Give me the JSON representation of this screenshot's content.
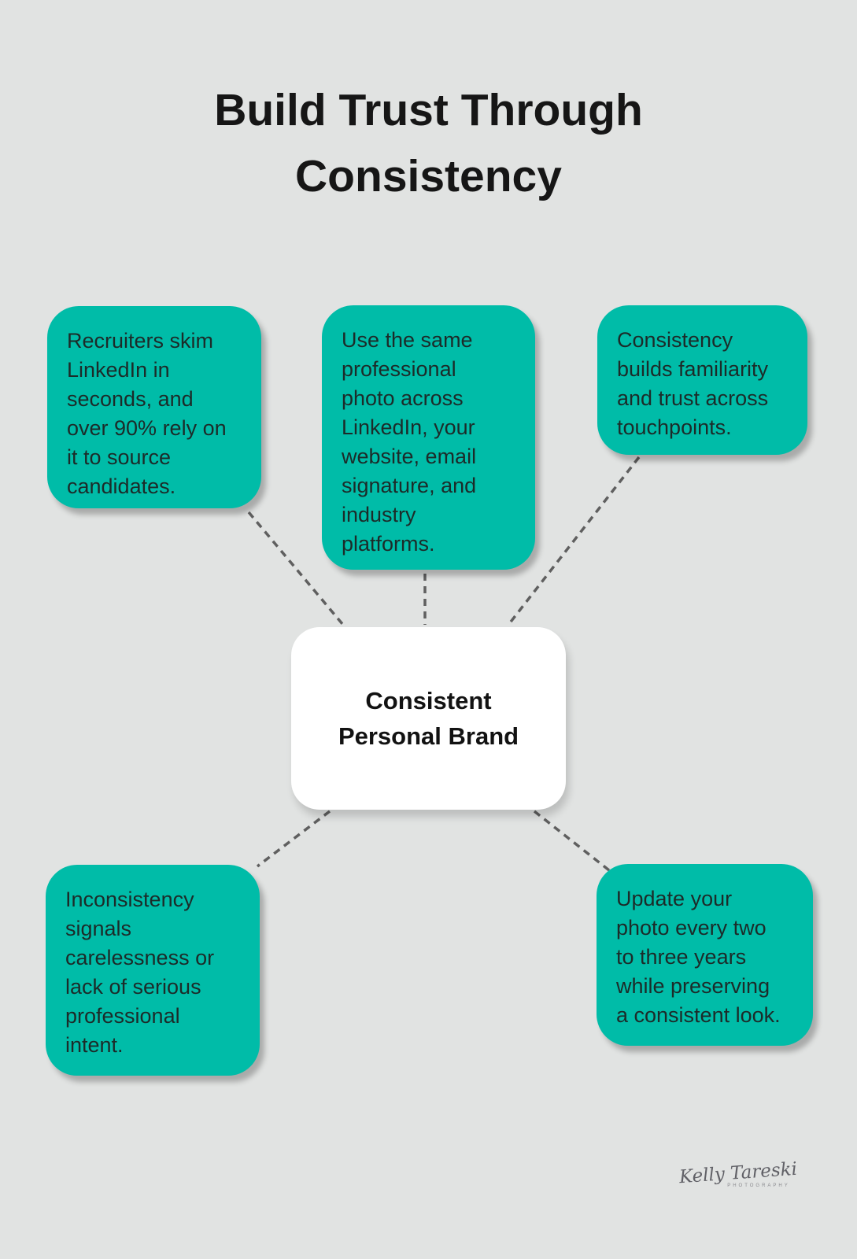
{
  "title": {
    "lines": [
      "Build Trust Through",
      "Consistency"
    ]
  },
  "center_node": {
    "lines": [
      "Consistent",
      "Personal Brand"
    ]
  },
  "nodes": [
    {
      "id": "recruiters-skim",
      "text": [
        "Recruiters skim",
        "LinkedIn in",
        "seconds, and",
        "over 90% rely on",
        "it to source",
        "candidates."
      ]
    },
    {
      "id": "same-photo",
      "text": [
        "Use the same",
        "professional",
        "photo across",
        "LinkedIn, your",
        "website, email",
        "signature, and",
        "industry",
        "platforms."
      ]
    },
    {
      "id": "builds-familiarity",
      "text": [
        "Consistency",
        "builds familiarity",
        "and trust across",
        "touchpoints."
      ]
    },
    {
      "id": "inconsistency-signals",
      "text": [
        "Inconsistency",
        "signals",
        "carelessness or",
        "lack of serious",
        "professional",
        "intent."
      ]
    },
    {
      "id": "update-photo",
      "text": [
        "Update your",
        "photo every two",
        "to three years",
        "while preserving",
        "a consistent look."
      ]
    }
  ],
  "signature": {
    "name": "Kelly Tareski",
    "subtitle": "PHOTOGRAPHY"
  },
  "colors": {
    "background": "#E1E3E2",
    "node_fill": "#00BCA8",
    "center_fill": "#FFFFFF",
    "node_text": "#1C2B29",
    "title_text": "#161616",
    "connector": "#5F5F5F"
  }
}
